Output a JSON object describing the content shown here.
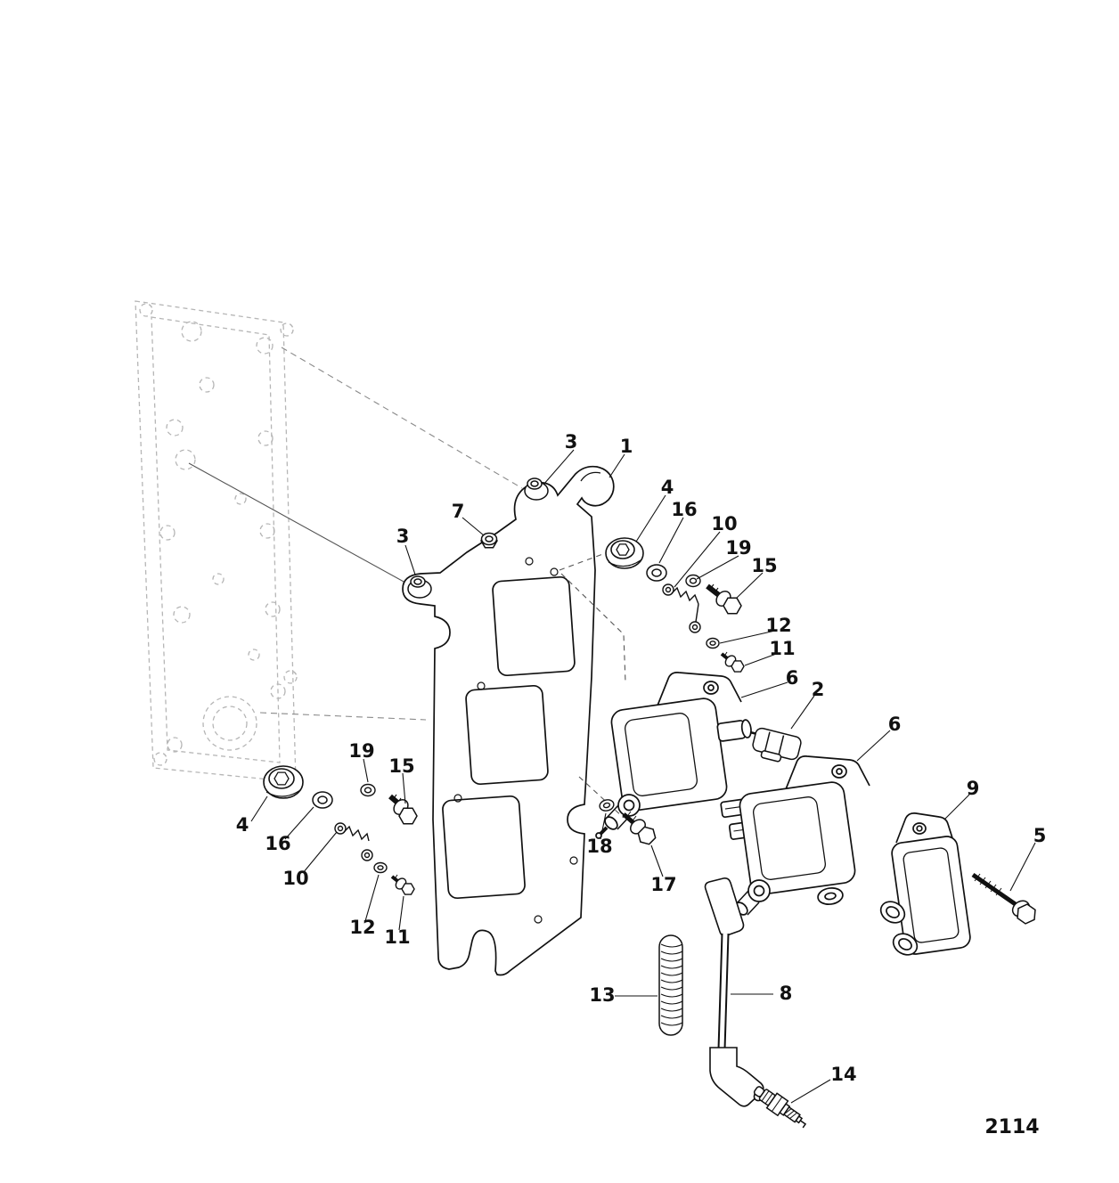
{
  "page": {
    "number": "2114"
  },
  "diagram": {
    "line_color": "#111111",
    "ghost_color": "#b6b6b6",
    "callouts": {
      "c01": "3",
      "c02": "1",
      "c03": "7",
      "c04": "4",
      "c05": "16",
      "c06": "10",
      "c07": "19",
      "c08": "15",
      "c09": "3",
      "c10": "12",
      "c11": "11",
      "c12": "6",
      "c13": "2",
      "c14": "6",
      "c15": "9",
      "c16": "5",
      "c17": "4",
      "c18": "19",
      "c19": "15",
      "c20": "16",
      "c21": "10",
      "c22": "18",
      "c23": "12",
      "c24": "11",
      "c25": "17",
      "c26": "13",
      "c27": "8",
      "c28": "14"
    }
  }
}
